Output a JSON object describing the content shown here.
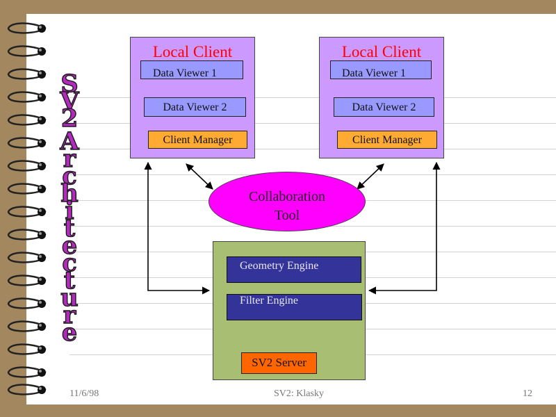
{
  "title_vertical": "SV2 Architecture",
  "clients": [
    {
      "title": "Local Client",
      "data_viewer_1": "Data Viewer 1",
      "data_viewer_2": "Data Viewer 2",
      "client_manager": "Client Manager"
    },
    {
      "title": "Local Client",
      "data_viewer_1": "Data Viewer 1",
      "data_viewer_2": "Data Viewer 2",
      "client_manager": "Client Manager"
    }
  ],
  "collaboration": {
    "line1": "Collaboration",
    "line2": "Tool"
  },
  "server": {
    "geometry_engine": "Geometry Engine",
    "filter_engine": "Filter Engine",
    "label": "SV2 Server"
  },
  "footer": {
    "date": "11/6/98",
    "center": "SV2: Klasky",
    "page": "12"
  },
  "colors": {
    "background": "#a3885f",
    "paper": "#ffffff",
    "title": "#b32bbd",
    "client_box": "#cc99ff",
    "client_title": "#ff0000",
    "data_viewer": "#9999ff",
    "client_manager": "#ffaa33",
    "collaboration_tool": "#ff00ff",
    "server_box": "#a8bf73",
    "engine": "#333399",
    "server_label": "#ff6600"
  }
}
